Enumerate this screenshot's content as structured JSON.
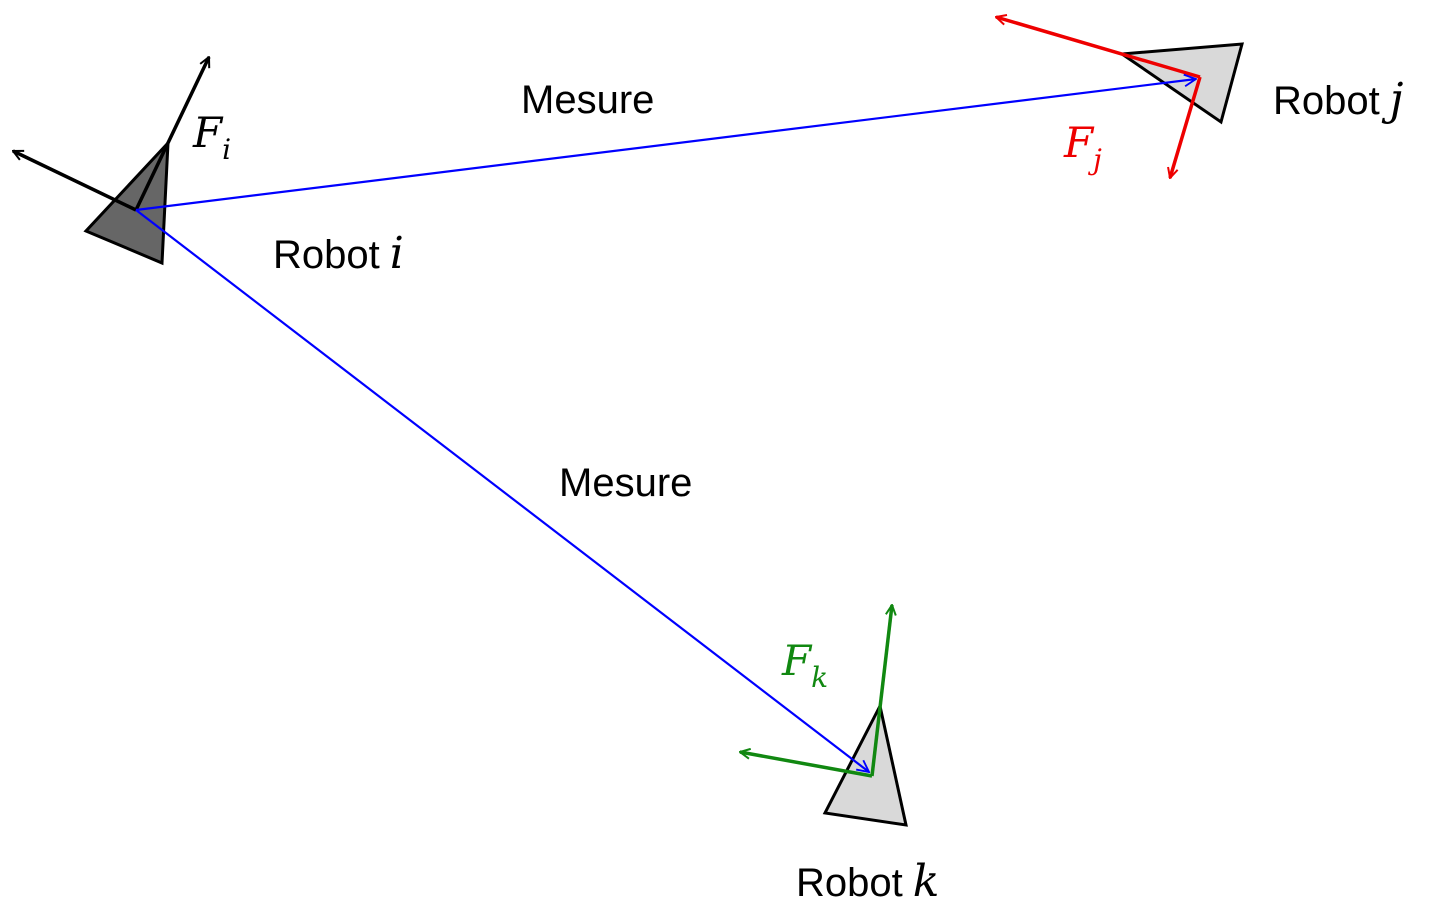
{
  "colors": {
    "measure": "#0000ff",
    "frame_i": "#000000",
    "frame_j": "#ee0000",
    "frame_k": "#118811",
    "robot_i_fill": "#666666",
    "robot_jk_fill": "#d9d9d9"
  },
  "measure_labels": {
    "ij": "Mesure",
    "ik": "Mesure"
  },
  "robots": {
    "i": {
      "label": "Robot",
      "var": "i",
      "frame_symbol": "F",
      "frame_sub": "i"
    },
    "j": {
      "label": "Robot",
      "var": "j",
      "frame_symbol": "F",
      "frame_sub": "j"
    },
    "k": {
      "label": "Robot",
      "var": "k",
      "frame_symbol": "F",
      "frame_sub": "k"
    }
  }
}
